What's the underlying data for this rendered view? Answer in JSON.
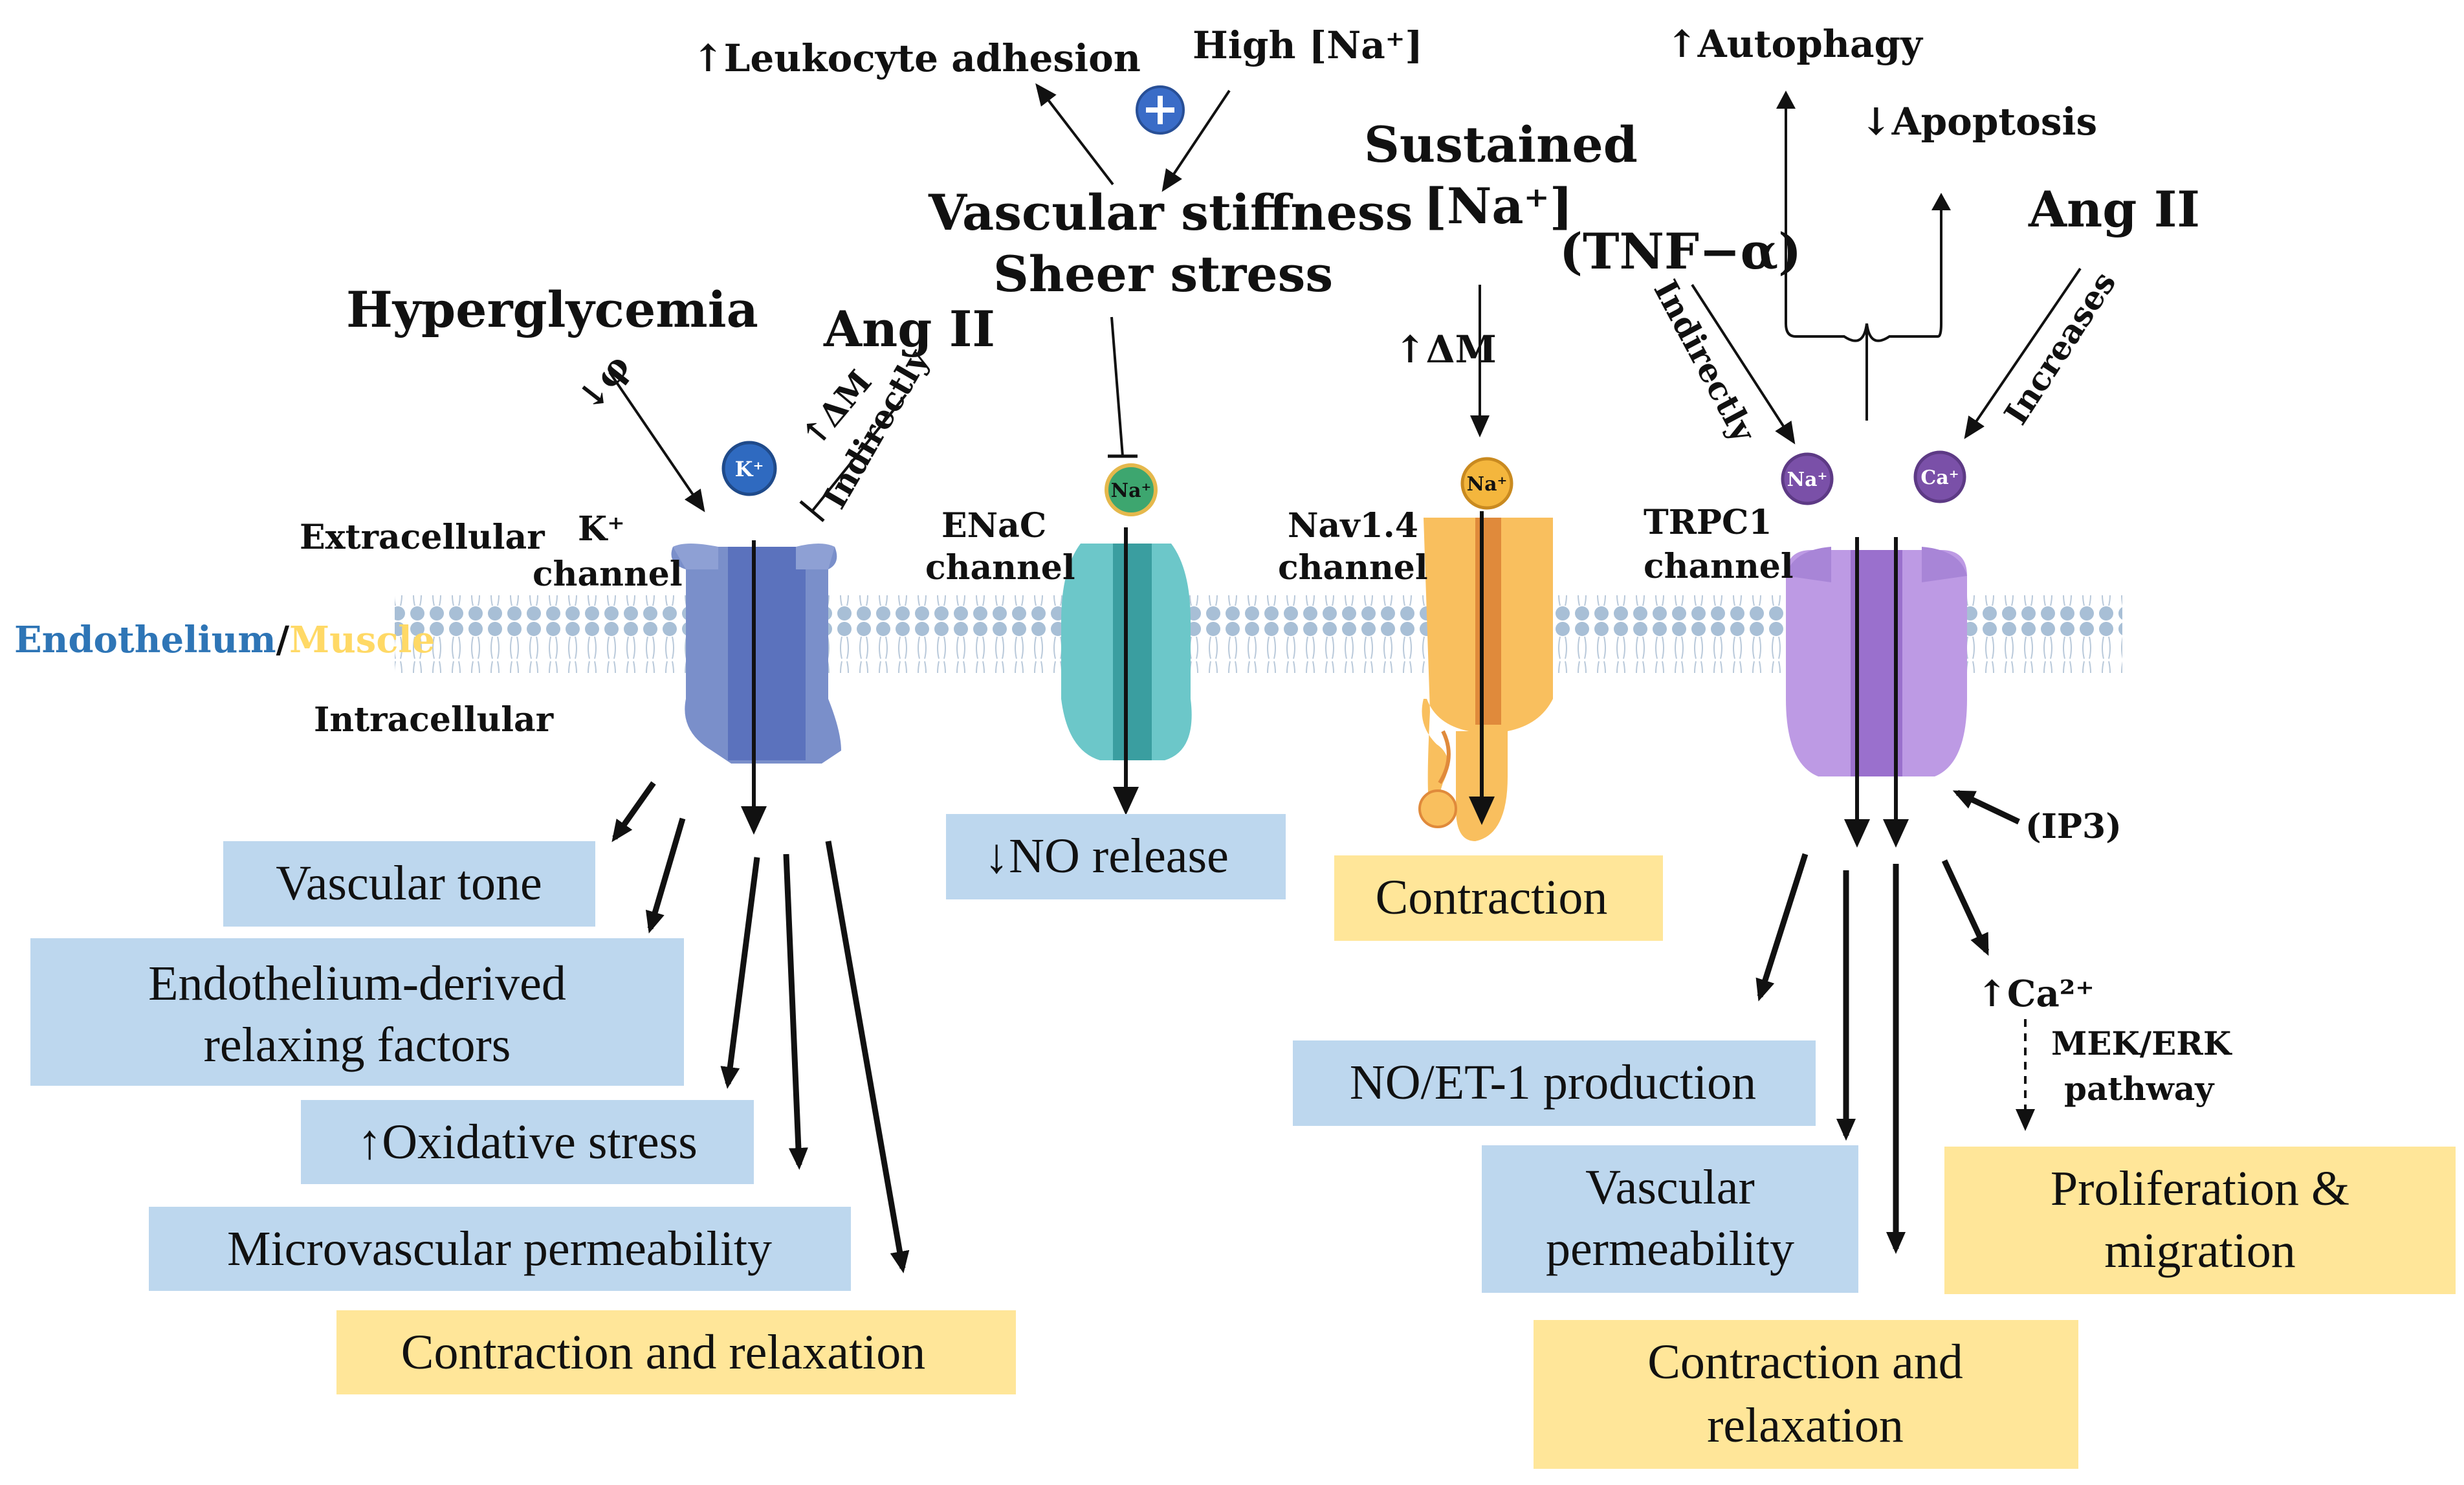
{
  "labels": {
    "leukocyte": "↑Leukocyte adhesion",
    "high_na": "High [Na⁺]",
    "vascular_stiffness": "Vascular stiffness",
    "sheer_stress": "Sheer stress",
    "sustained": "Sustained",
    "sustained_na": "[Na⁺]",
    "delta_m_mid": "↑ΔM",
    "autophagy": "↑Autophagy",
    "apoptosis": "↓Apoptosis",
    "ang_ii_right": "Ang II",
    "tnf": "(TNF−α)",
    "indirectly_right": "Indirectly",
    "increases": "Increases",
    "hyperglycemia": "Hyperglycemia",
    "ang_ii_left": "Ang II",
    "phi": "↓φ",
    "delta_m_left": "↑ΔM",
    "indirectly_left": "Indirectly",
    "extracellular": "Extracellular",
    "intracellular": "Intracellular",
    "endothelium": "Endothelium",
    "slash": "/",
    "muscle": "Muscle",
    "k_channel_1": "K⁺",
    "k_channel_2": "channel",
    "enac_1": "ENaC",
    "enac_2": "channel",
    "nav_1": "Nav1.4",
    "nav_2": "channel",
    "trpc_1": "TRPC1",
    "trpc_2": "channel",
    "ip3": "(IP3)",
    "ca2": "↑Ca²⁺",
    "mek_1": "MEK/ERK",
    "mek_2": "pathway"
  },
  "ions": {
    "k": "K⁺",
    "na_enac": "Na⁺",
    "na_nav": "Na⁺",
    "na_trpc": "Na⁺",
    "ca_trpc": "Ca⁺"
  },
  "boxes": {
    "vascular_tone": "Vascular tone",
    "edrf_1": "Endothelium-derived",
    "edrf_2": "relaxing factors",
    "oxidative": "↑Oxidative stress",
    "microvascular": "Microvascular permeability",
    "contraction_relax_left": "Contraction and relaxation",
    "no_release": "↓NO release",
    "contraction_mid": "Contraction",
    "no_et1": "NO/ET-1 production",
    "vasc_perm_1": "Vascular",
    "vasc_perm_2": "permeability",
    "prolif_1": "Proliferation &",
    "prolif_2": "migration",
    "contraction_relax_right_1": "Contraction and",
    "contraction_relax_right_2": "relaxation"
  },
  "colors": {
    "endothelium_box": "#bdd7ee",
    "muscle_box": "#ffe699",
    "endothelium_text": "#2e75b6",
    "muscle_text": "#ffd966",
    "k_channel": "#7a8fca",
    "enac_channel": "#6cc7c9",
    "nav_channel": "#f9bf5e",
    "trpc_channel": "#bd9ae4"
  },
  "icons": {
    "plus": "plus-circle-icon"
  }
}
